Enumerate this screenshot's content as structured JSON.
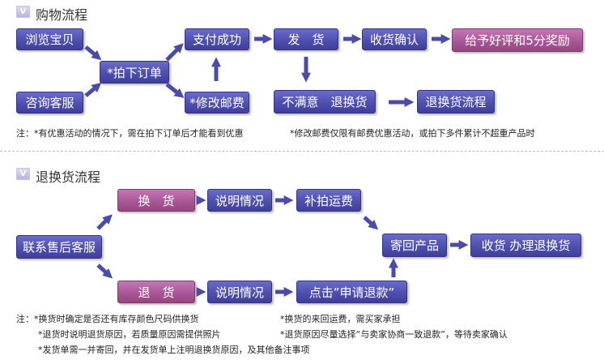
{
  "colors": {
    "box": "#4f4fb0",
    "highlight": "#a85495",
    "arrow": "#4b4baa"
  },
  "section1": {
    "icon_letter": "V",
    "title": "购物流程",
    "boxes": {
      "browse": "浏览宝贝",
      "consult": "咨询客服",
      "order": "*拍下订单",
      "modify": "*修改邮费",
      "paid": "支付成功",
      "ship": "发　货",
      "confirm": "收货确认",
      "reward": "给予好评和5分奖励",
      "unsatisfied": "不满意　退换货",
      "return_flow": "退换货流程"
    },
    "notes": {
      "left": "注：*有优惠活动的情况下，需在拍下订单后才能看到优惠",
      "right": "*修改邮费仅限有邮费优惠活动，或拍下多件累计不超重产品时"
    }
  },
  "section2": {
    "icon_letter": "V",
    "title": "退换货流程",
    "boxes": {
      "service": "联系售后客服",
      "exchange": "换　货",
      "explain1": "说明情况",
      "shipping_fee": "补拍运费",
      "send_back": "寄回产品",
      "receive": "收货  办理退换货",
      "refund": "退　货",
      "explain2": "说明情况",
      "apply_refund": "点击”申请退款”"
    },
    "notes": {
      "n1": "注：*换货时确定是否还有库存颜色尺码供换货",
      "n2": "*换货的来回运费，需买家承担",
      "n3": "*退货时说明退货原因，若质量原因需提供照片",
      "n4": "*退货原因尽量选择“与卖家协商一致退款”，等待卖家确认",
      "n5": "*发货单需一并寄回，并在发货单上注明退换货原因，及其他备注事项"
    }
  }
}
